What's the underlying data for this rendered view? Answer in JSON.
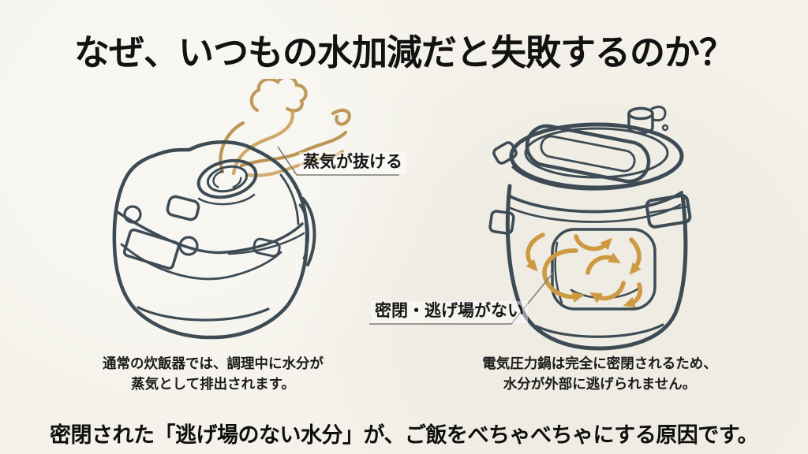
{
  "title": "なぜ、いつもの水加減だと失敗するのか？",
  "normal_cooker": {
    "label": "蒸気が抜ける",
    "caption": [
      "通常の炊飯器では、調理中に水分が",
      "蒸気として排出されます。"
    ]
  },
  "pressure_cooker": {
    "label": "密閉・逃げ場がない",
    "caption": [
      "電気圧力鍋は完全に密閉されるため、",
      "水分が外部に逃げられません。"
    ]
  },
  "conclusion": "密閉された「逃げ場のない水分」が、ご飯をべちゃべちゃにする原因です。",
  "colors": {
    "background": "#f4f2ea",
    "line_art": "#3d4b55",
    "steam_gold": "#b88f4a",
    "arrow_gold": "#cd9a42",
    "text": "#161616",
    "callout_line": "#7d7d76"
  }
}
